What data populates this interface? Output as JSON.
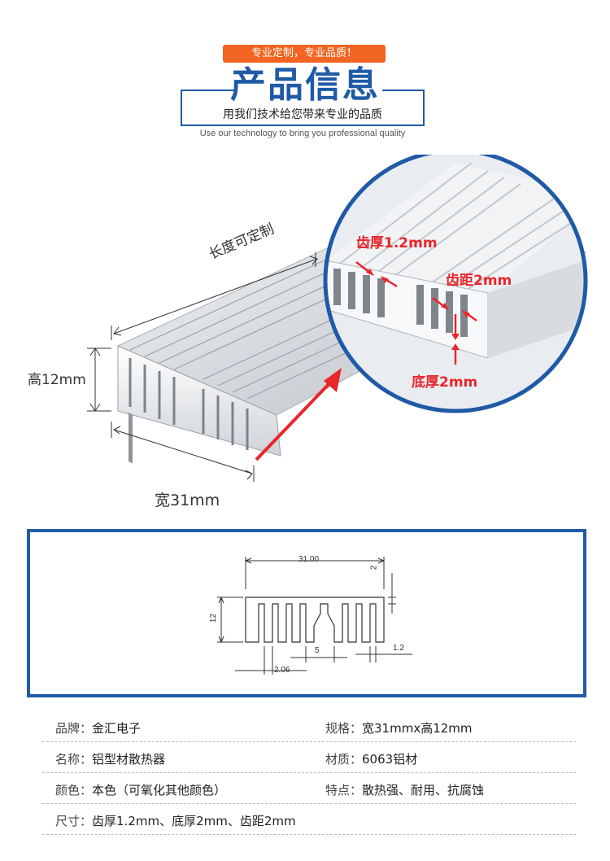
{
  "header": {
    "tagline": "专业定制，专业品质！",
    "title": "产品信息",
    "subtitle_cn": "用我们技术给您带来专业的品质",
    "subtitle_en": "Use our technology to bring you professional quality"
  },
  "illustration": {
    "length_label": "长度可定制",
    "height_label": "高12mm",
    "width_label": "宽31mm",
    "tooth_thickness_label": "齿厚1.2mm",
    "tooth_pitch_label": "齿距2mm",
    "base_thickness_label": "底厚2mm"
  },
  "drawing": {
    "width_dim": "31.00",
    "top_dim": "2",
    "height_dim": "12",
    "gap_dim": "5",
    "tooth_dim": "1.2",
    "edge_dim": "2.06"
  },
  "specs": [
    [
      {
        "key": "品牌：",
        "value": "金汇电子"
      },
      {
        "key": "规格：",
        "value": "宽31mmx高12mm"
      }
    ],
    [
      {
        "key": "名称：",
        "value": "铝型材散热器"
      },
      {
        "key": "材质：",
        "value": "6063铝材"
      }
    ],
    [
      {
        "key": "颜色：",
        "value": "本色（可氧化其他颜色）"
      },
      {
        "key": "特点：",
        "value": "散热强、耐用、抗腐蚀"
      }
    ],
    [
      {
        "key": "尺寸：",
        "value": "齿厚1.2mm、底厚2mm、齿距2mm"
      }
    ]
  ],
  "colors": {
    "brand_blue": "#1f5aa6",
    "accent_orange": "#f26522",
    "accent_red": "#e8262b"
  }
}
